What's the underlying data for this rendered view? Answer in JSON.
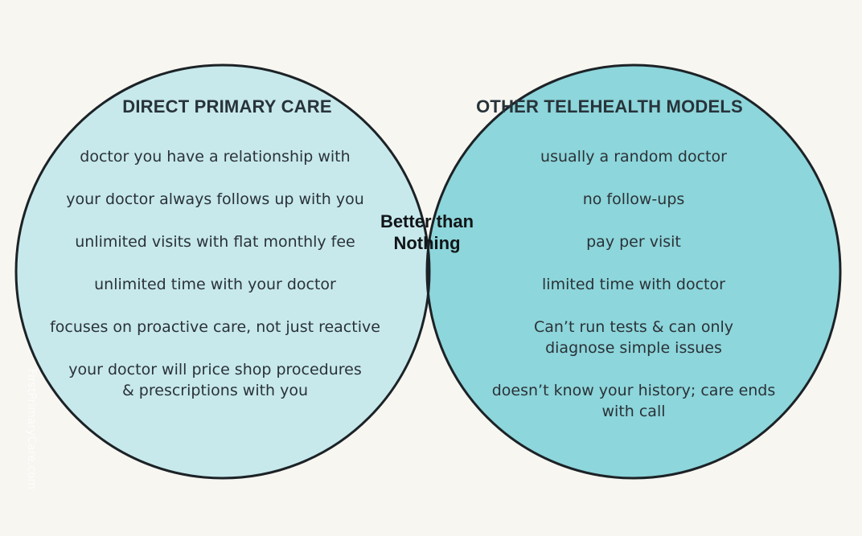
{
  "diagram": {
    "left": {
      "title": "DIRECT PRIMARY CARE",
      "items": [
        "doctor you have a relationship with",
        "your doctor always follows up with you",
        "unlimited visits with flat monthly fee",
        "unlimited time with your doctor",
        "focuses on proactive care, not just reactive",
        "your doctor will price shop procedures & prescriptions with you"
      ]
    },
    "right": {
      "title": "OTHER TELEHEALTH MODELS",
      "items": [
        "usually a random doctor",
        "no follow-ups",
        "pay per visit",
        "limited time with doctor",
        "Can’t run tests & can only diagnose simple issues",
        "doesn’t know your history; care ends with call"
      ]
    },
    "center": "Better than Nothing",
    "watermark": "FirstPrimaryCare.com"
  },
  "colors": {
    "background": "#f7f6f1",
    "left_fill": "#c7e9ec",
    "right_fill": "#8dd6db",
    "overlap_fill": "#ffffff",
    "outline": "#1c2226"
  }
}
